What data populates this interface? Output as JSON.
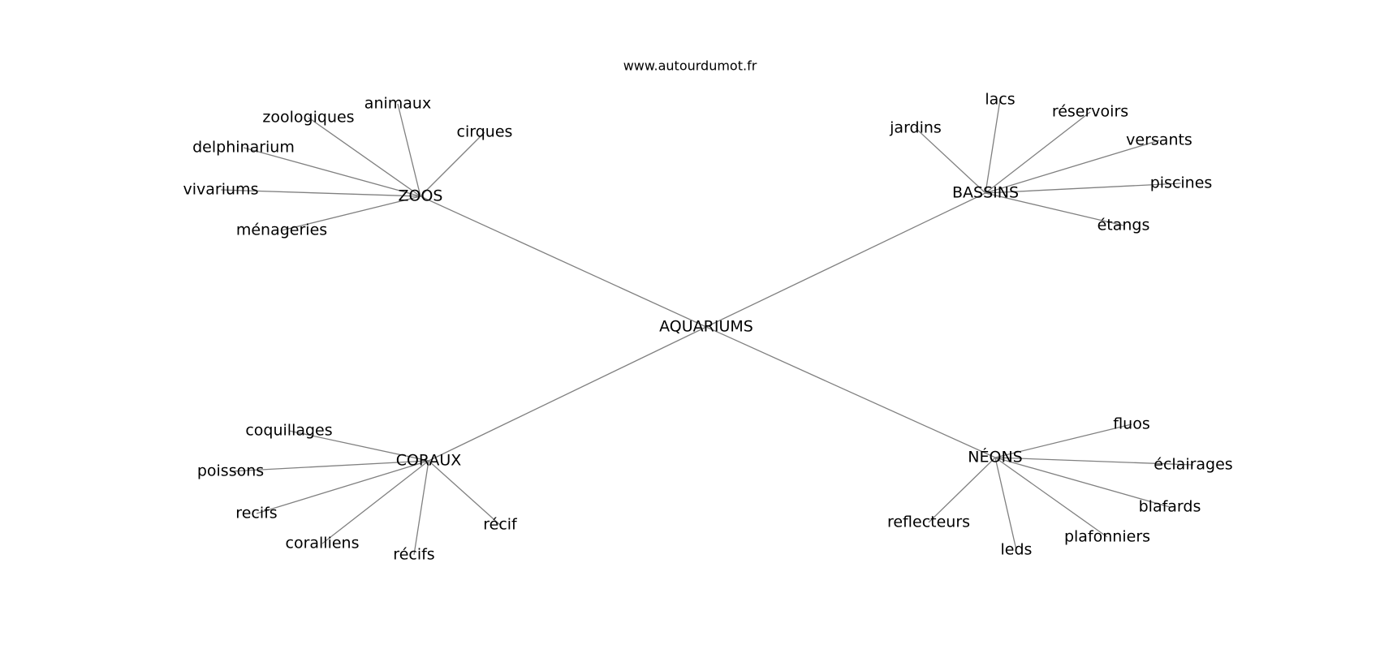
{
  "source": "www.autourdumot.fr",
  "center": "AQUARIUMS",
  "hubs": [
    {
      "label": "ZOOS",
      "words": [
        "animaux",
        "cirques",
        "zoologiques",
        "delphinarium",
        "vivariums",
        "ménageries"
      ]
    },
    {
      "label": "BASSINS",
      "words": [
        "lacs",
        "jardins",
        "réservoirs",
        "versants",
        "piscines",
        "étangs"
      ]
    },
    {
      "label": "CORAUX",
      "words": [
        "coquillages",
        "poissons",
        "recifs",
        "coralliens",
        "récifs",
        "récif"
      ]
    },
    {
      "label": "NÉONS",
      "words": [
        "fluos",
        "éclairages",
        "blafards",
        "plafonniers",
        "leds",
        "reflecteurs"
      ]
    }
  ],
  "colors": {
    "edge": "#808080",
    "text": "#000000",
    "background": "#ffffff"
  }
}
